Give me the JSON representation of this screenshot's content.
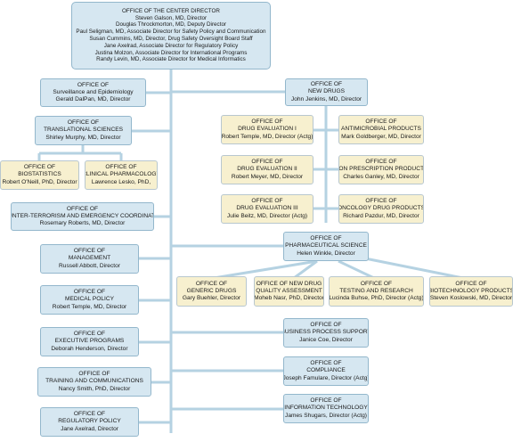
{
  "center_director": {
    "title": "OFFICE OF THE CENTER DIRECTOR",
    "staff": [
      "Steven Galson, MD, Director",
      "Douglas Throckmorton, MD, Deputy Director",
      "Paul Seligman, MD, Associate Director for Safety Policy and Communication",
      "Susan Cummins, MD, Director, Drug Safety Oversight Board Staff",
      "Jane Axelrad, Associate Director for Regulatory Policy",
      "Justina Molzon, Associate Director for International Programs",
      "Randy Levin, MD, Associate Director for Medical Informatics"
    ]
  },
  "left_offices": {
    "surveillance": {
      "line1": "OFFICE OF",
      "line2": "Surveillance and Epidemiology",
      "director": "Gerald DalPan, MD, Director"
    },
    "translational": {
      "line1": "OFFICE OF",
      "line2": "TRANSLATIONAL SCIENCES",
      "director": "Shirley Murphy, MD, Director"
    },
    "biostatistics": {
      "line1": "OFFICE OF",
      "line2": "BIOSTATISTICS",
      "director": "Robert O'Neill, PhD, Director"
    },
    "clinical_pharmacology": {
      "line1": "OFFICE OF",
      "line2": "CLINICAL PHARMACOLOGY",
      "director": "Lawrence Lesko, PhD,"
    },
    "counter_terrorism": {
      "line1": "OFFICE OF",
      "line2": "COUNTER-TERRORISM AND EMERGENCY COORDINATION",
      "director": "Rosemary Roberts, MD, Director"
    },
    "management": {
      "line1": "OFFICE OF",
      "line2": "MANAGEMENT",
      "director": "Russell Abbott, Director"
    },
    "medical_policy": {
      "line1": "OFFICE OF",
      "line2": "MEDICAL POLICY",
      "director": "Robert Temple, MD, Director"
    },
    "executive_programs": {
      "line1": "OFFICE OF",
      "line2": "EXECUTIVE PROGRAMS",
      "director": "Deborah Henderson, Director"
    },
    "training": {
      "line1": "OFFICE OF",
      "line2": "TRAINING AND COMMUNICATIONS",
      "director": "Nancy Smith, PhD, Director"
    },
    "regulatory_policy": {
      "line1": "OFFICE OF",
      "line2": "REGULATORY POLICY",
      "director": "Jane Axelrad, Director"
    }
  },
  "right_offices": {
    "new_drugs": {
      "line1": "OFFICE OF",
      "line2": "NEW DRUGS",
      "director": "John Jenkins, MD, Director"
    },
    "drug_eval_1": {
      "line1": "OFFICE OF",
      "line2": "DRUG EVALUATION I",
      "director": "Robert Temple, MD, Director (Actg)"
    },
    "antimicrobial": {
      "line1": "OFFICE OF",
      "line2": "ANTIMICROBIAL PRODUCTS",
      "director": "Mark Goldberger, MD, Director"
    },
    "drug_eval_2": {
      "line1": "OFFICE OF",
      "line2": "DRUG EVALUATION II",
      "director": "Robert Meyer, MD, Director"
    },
    "nonprescription": {
      "line1": "OFFICE OF",
      "line2": "NON PRESCRIPTION PRODUCTS",
      "director": "Charles Ganley, MD, Director"
    },
    "drug_eval_3": {
      "line1": "OFFICE OF",
      "line2": "DRUG EVALUATION III",
      "director": "Julie Beitz, MD, Director (Actg)"
    },
    "oncology": {
      "line1": "OFFICE OF",
      "line2": "ONCOLOGY DRUG PRODUCTS",
      "director": "Richard Pazdur, MD, Director"
    },
    "pharmaceutical_science": {
      "line1": "OFFICE OF",
      "line2": "PHARMACEUTICAL SCIENCE",
      "director": "Helen Winkle, Director"
    },
    "generic_drugs": {
      "line1": "OFFICE OF",
      "line2": "GENERIC DRUGS",
      "director": "Gary Buehler, Director"
    },
    "new_drug_quality": {
      "line1": "OFFICE OF NEW DRUG",
      "line2": "QUALITY ASSESSMENT",
      "director": "Moheb Nasr, PhD, Director"
    },
    "testing_research": {
      "line1": "OFFICE OF",
      "line2": "TESTING AND RESEARCH",
      "director": "Lucinda Buhse, PhD, Director (Actg)"
    },
    "biotechnology": {
      "line1": "OFFICE OF",
      "line2": "BIOTECHNOLOGY PRODUCTS",
      "director": "Steven Koslowski, MD, Director"
    },
    "business_process": {
      "line1": "OFFICE OF",
      "line2": "BUSINESS PROCESS SUPPORT",
      "director": "Janice Coe, Director"
    },
    "compliance": {
      "line1": "OFFICE OF",
      "line2": "COMPLIANCE",
      "director": "Joseph Famulare, Director (Actg)"
    },
    "information_technology": {
      "line1": "OFFICE OF",
      "line2": "INFORMATION TECHNOLOGY",
      "director": "James Shugars, Director (Actg)"
    }
  },
  "colors": {
    "box_blue": "#d6e7f1",
    "box_cream": "#f7f0cf",
    "connector": "#b5d2e2",
    "border": "#93b7cc"
  }
}
